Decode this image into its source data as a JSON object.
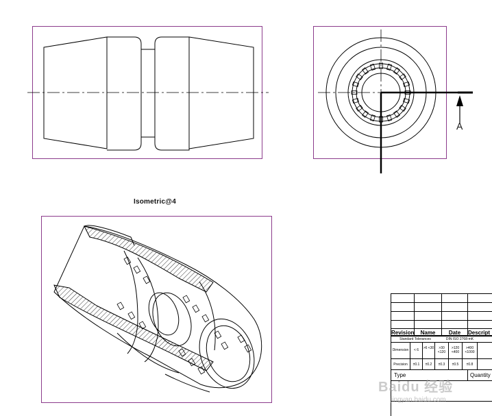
{
  "views": {
    "iso_label": "Isometric@4",
    "section_label": "A"
  },
  "title_block": {
    "revision": "Revision",
    "name": "Name",
    "date": "Date",
    "description": "Descript",
    "tolerances": "Standard Tolerances",
    "norm": "DIN ISO 2768-mK",
    "dimension": "Dimension",
    "d1": "< 6",
    "d2": ">6 <30",
    "d3": ">30 <120",
    "d4": ">120 <400",
    "d5": ">400 <1000",
    "precision": "Precision",
    "p1": "±0.1",
    "p2": "±0.2",
    "p3": "±0.3",
    "p4": "±0.5",
    "p5": "±0.8",
    "type": "Type",
    "quantity": "Quantity"
  },
  "watermark": {
    "brand": "Baidu 经验",
    "site": "jingyan.baidu.com"
  },
  "colors": {
    "frame": "#8b3a8b",
    "line": "#000000"
  }
}
